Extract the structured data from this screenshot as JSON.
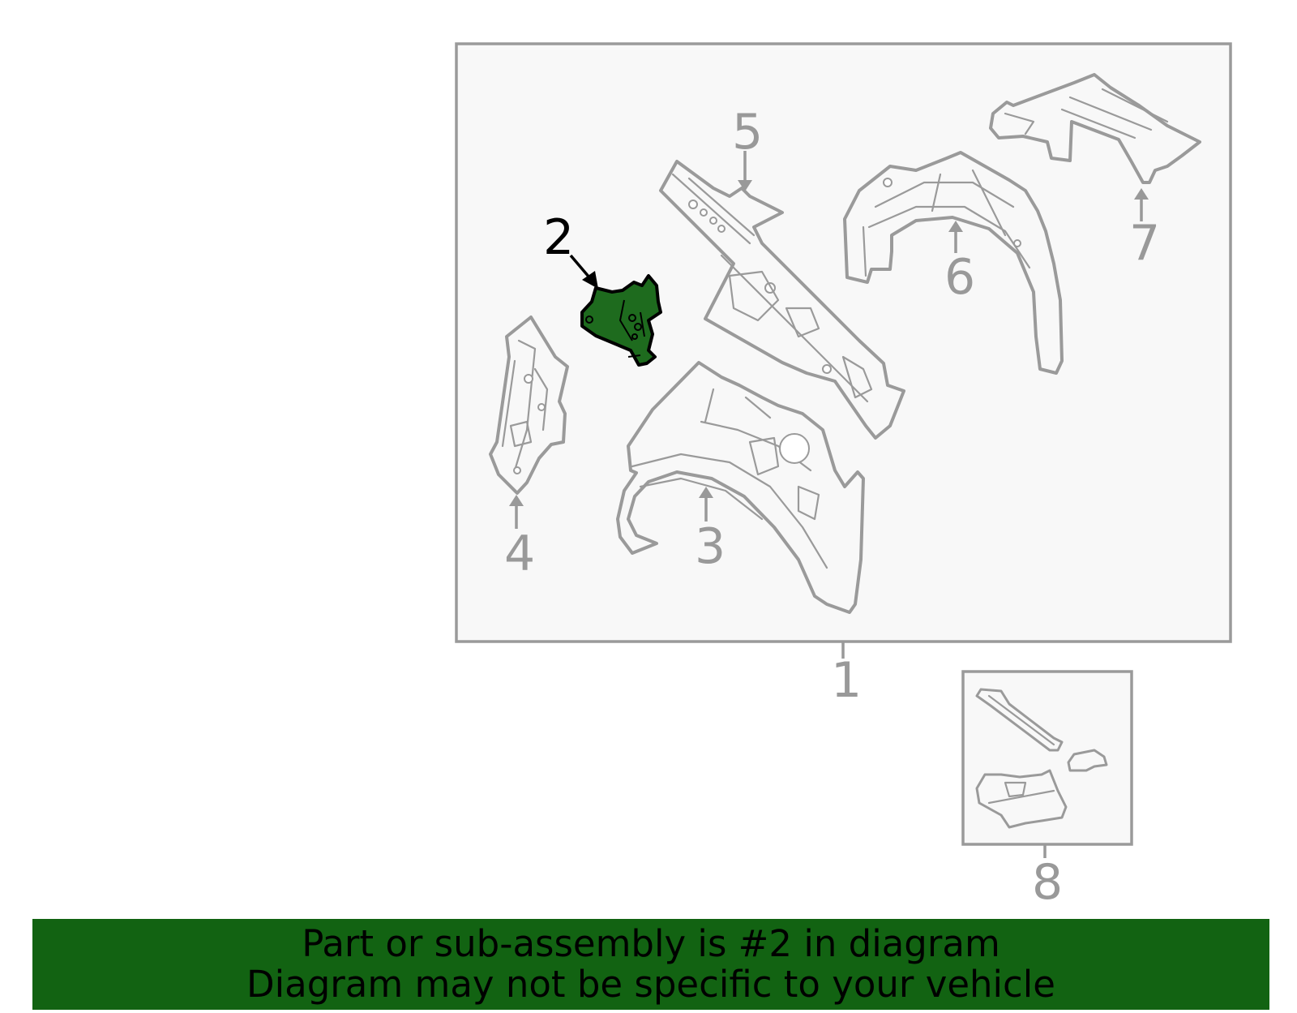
{
  "diagram": {
    "callouts": {
      "c1": "1",
      "c2": "2",
      "c3": "3",
      "c4": "4",
      "c5": "5",
      "c6": "6",
      "c7": "7",
      "c8": "8"
    },
    "highlighted_part": "2"
  },
  "colors": {
    "highlight": "#1e6b1e",
    "banner": "#126312",
    "line": "#9a9a9a",
    "panel_fill": "#f8f8f8"
  },
  "banner": {
    "line1": "Part or sub-assembly is #2 in diagram",
    "line2": "Diagram may not be specific to your vehicle"
  }
}
